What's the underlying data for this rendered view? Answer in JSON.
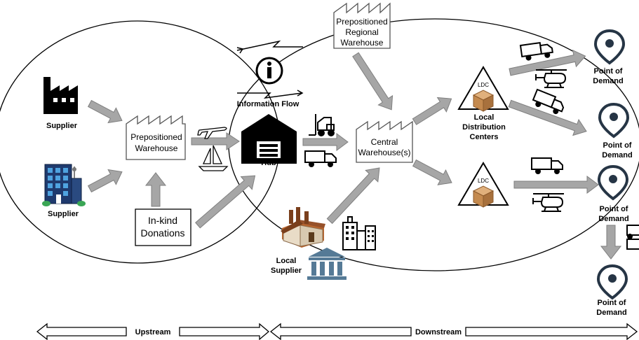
{
  "nodes": {
    "supplier_factory": "Supplier",
    "supplier_building": "Supplier",
    "prepositioned_warehouse": [
      "Prepositioned",
      "Warehouse"
    ],
    "inkind_donations": [
      "In-kind",
      "Donations"
    ],
    "hub": "Hub",
    "information_flow": "Information Flow",
    "regional_warehouse": [
      "Prepositioned",
      "Regional",
      "Warehouse"
    ],
    "central_warehouse": [
      "Central",
      "Warehouse(s)"
    ],
    "local_supplier": [
      "Local",
      "Supplier"
    ],
    "ldc_label": "LDC",
    "local_distribution_centers": [
      "Local",
      "Distribution",
      "Centers"
    ],
    "point_of_demand": [
      "Point of",
      "Demand"
    ]
  },
  "stream": {
    "upstream": "Upstream",
    "downstream": "Downstream"
  },
  "icons": [
    "factory-icon",
    "office-building-icon",
    "airplane-icon",
    "boat-icon",
    "hub-garage-icon",
    "info-icon",
    "forklift-icon",
    "truck-icon",
    "helicopter-icon",
    "city-buildings-icon",
    "bank-icon",
    "package-icon",
    "map-pin-icon"
  ],
  "colors": {
    "arrow_fill": "#a6a6a6",
    "arrow_stroke": "#7f7f7f",
    "pin": "#263545",
    "bank": "#557a96",
    "box": "#c48a4f"
  }
}
